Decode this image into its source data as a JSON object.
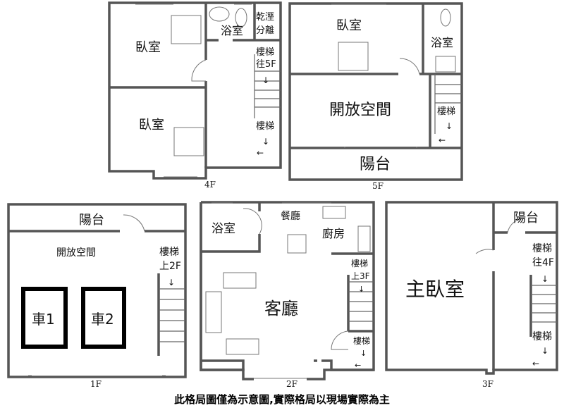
{
  "floors": {
    "f4": {
      "label": "4F",
      "bedroom1": "臥室",
      "bedroom2": "臥室",
      "bathroom": "浴室",
      "dry_wet_1": "乾溼",
      "dry_wet_2": "分離",
      "stairs_1": "樓梯",
      "stairs_to": "往5F",
      "stairs_2": "樓梯"
    },
    "f5": {
      "label": "5F",
      "bedroom": "臥室",
      "bathroom": "浴室",
      "open_space": "開放空間",
      "balcony": "陽台",
      "stairs": "樓梯"
    },
    "f1": {
      "label": "1F",
      "balcony": "陽台",
      "open_space": "開放空間",
      "stairs": "樓梯",
      "stairs_to": "上2F",
      "car1": "車1",
      "car2": "車2"
    },
    "f2": {
      "label": "2F",
      "bathroom": "浴室",
      "dining": "餐廳",
      "kitchen": "廚房",
      "living": "客廳",
      "stairs_1": "樓梯",
      "stairs_to": "上3F",
      "stairs_2": "樓梯"
    },
    "f3": {
      "label": "3F",
      "master_bedroom": "主臥室",
      "balcony": "陽台",
      "stairs_1": "樓梯",
      "stairs_to": "往4F",
      "stairs_2": "樓梯"
    }
  },
  "arrows": {
    "down": "↓",
    "left": "←"
  },
  "caption": "此格局圖僅為示意圖,實際格局以現場實際為主"
}
